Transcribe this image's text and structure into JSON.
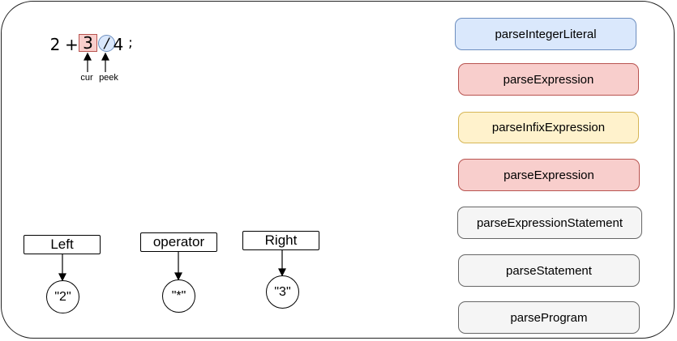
{
  "tokens": {
    "t2": "2",
    "plus": "+",
    "three": "3",
    "slash": "/",
    "four": "4",
    "semicolon": ";"
  },
  "pointers": {
    "cur": "cur",
    "peek": "peek"
  },
  "call_stack": [
    {
      "label": "parseIntegerLiteral",
      "fill": "#dae8fc",
      "stroke": "#6c8ebf"
    },
    {
      "label": "parseExpression",
      "fill": "#f8cecc",
      "stroke": "#b85450"
    },
    {
      "label": "parseInfixExpression",
      "fill": "#fff2cc",
      "stroke": "#d6b656"
    },
    {
      "label": "parseExpression",
      "fill": "#f8cecc",
      "stroke": "#b85450"
    },
    {
      "label": "parseExpressionStatement",
      "fill": "#f5f5f5",
      "stroke": "#666666"
    },
    {
      "label": "parseStatement",
      "fill": "#f5f5f5",
      "stroke": "#666666"
    },
    {
      "label": "parseProgram",
      "fill": "#f5f5f5",
      "stroke": "#666666"
    }
  ],
  "fields": [
    {
      "label": "Left",
      "value": "\"2\""
    },
    {
      "label": "operator",
      "value": "\"*\""
    },
    {
      "label": "Right",
      "value": "\"3\""
    }
  ]
}
